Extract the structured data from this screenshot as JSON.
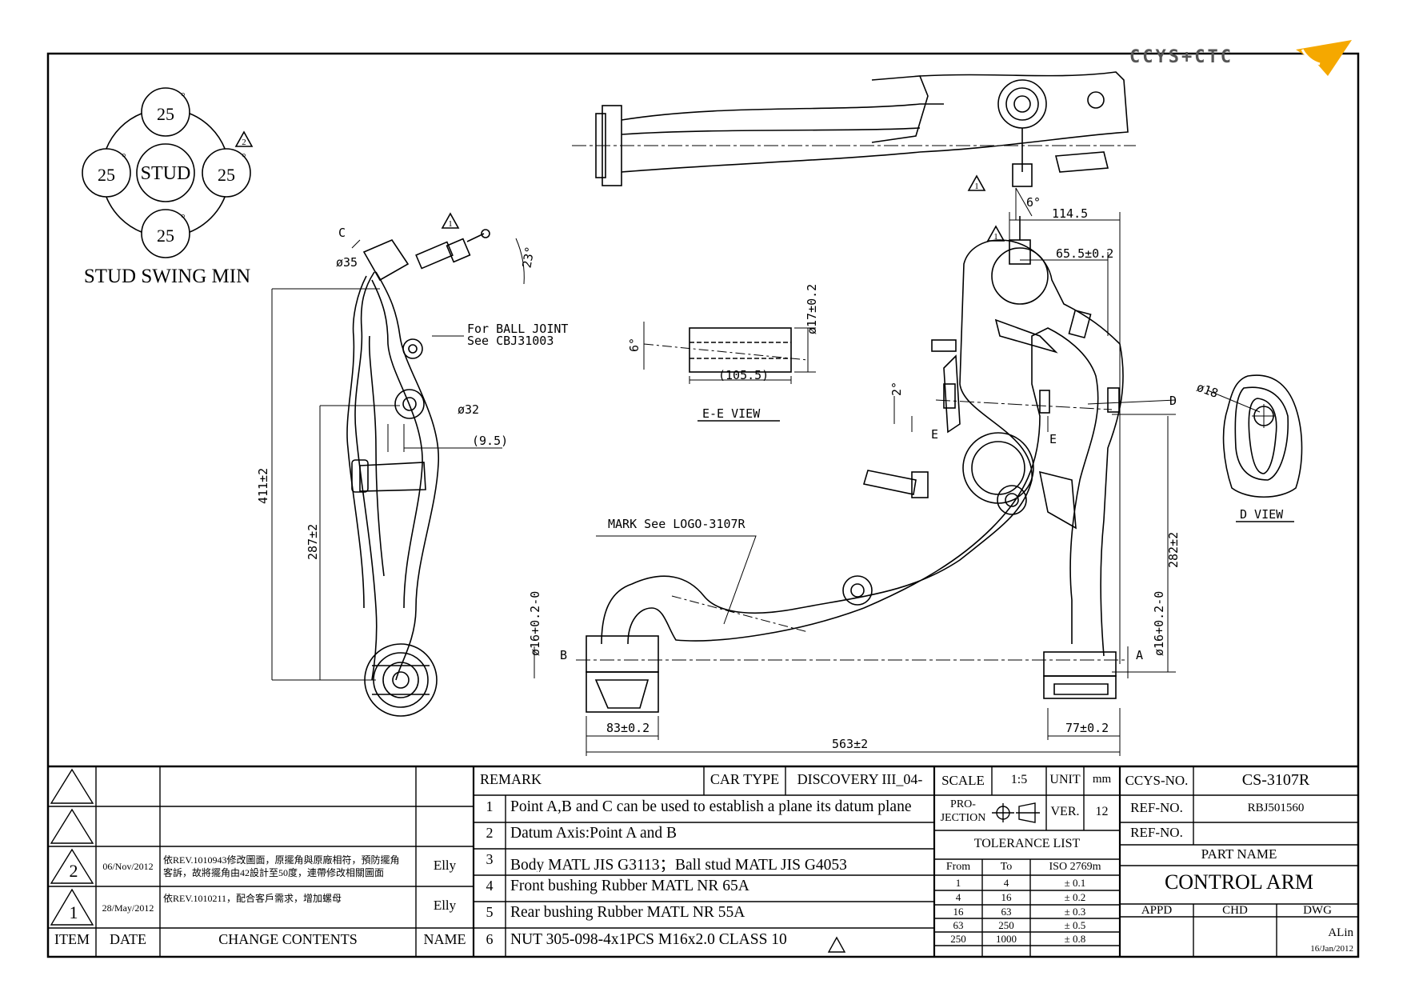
{
  "logo": {
    "text": "CCYS+CTC"
  },
  "stud_swing": {
    "center_label": "STUD",
    "angles": [
      "25",
      "25",
      "25",
      "25"
    ],
    "caption": "STUD SWING MIN",
    "degree_mark": "°",
    "revision_mark": "2"
  },
  "side_view": {
    "label_c": "C",
    "dia_35": "ø35",
    "rev_mark": "1",
    "angle_23": "23°",
    "ball_joint_note_1": "For BALL JOINT",
    "ball_joint_note_2": "See CBJ31003",
    "dia_32": "ø32",
    "dim_9_5": "(9.5)",
    "dim_411": "411±2",
    "dim_287": "287±2"
  },
  "ee_view": {
    "title": "E-E VIEW",
    "angle_6": "6°",
    "dia_17": "ø17±0.2",
    "length": "(105.5)"
  },
  "top_view": {
    "rev_mark": "1",
    "angle_6": "6°"
  },
  "front_view": {
    "rev_mark": "1",
    "dim_114_5": "114.5",
    "dim_65_5": "65.5±0.2",
    "angle_2": "2°",
    "label_d": "D",
    "label_e_left": "E",
    "label_e_right": "E",
    "mark_note": "MARK See LOGO-3107R",
    "label_b": "B",
    "label_a": "A",
    "dia_16_left": "ø16+0.2-0",
    "dia_16_right": "ø16+0.2-0",
    "dim_282": "282±2",
    "dim_83": "83±0.2",
    "dim_77": "77±0.2",
    "dim_563": "563±2"
  },
  "d_view": {
    "title": "D VIEW",
    "dia_18": "ø18"
  },
  "revisions": {
    "headers": {
      "item": "ITEM",
      "date": "DATE",
      "change": "CHANGE CONTENTS",
      "name": "NAME"
    },
    "rows": [
      {
        "item": "",
        "date": "",
        "change": "",
        "name": ""
      },
      {
        "item": "",
        "date": "",
        "change": "",
        "name": ""
      },
      {
        "item": "2",
        "date": "06/Nov/2012",
        "change_line1": "依REV.1010943修改圖面，原擺角與原廠相符，預防擺角",
        "change_line2": "客訴，故將擺角由42設計至50度，連帶修改相關圖面",
        "name": "Elly"
      },
      {
        "item": "1",
        "date": "28/May/2012",
        "change_line1": "依REV.1010211，配合客戶需求，增加螺母",
        "change_line2": "",
        "name": "Elly"
      }
    ]
  },
  "remarks": {
    "header": "REMARK",
    "car_type_label": "CAR TYPE",
    "car_type_value": "DISCOVERY III_04-",
    "items": [
      {
        "no": "1",
        "text": "Point A,B and C can be used to establish a plane its datum plane"
      },
      {
        "no": "2",
        "text": "Datum Axis:Point A and B"
      },
      {
        "no": "3",
        "text": "Body MATL JIS G3113；Ball stud MATL JIS G4053"
      },
      {
        "no": "4",
        "text": "Front bushing Rubber MATL NR 65A"
      },
      {
        "no": "5",
        "text": "Rear bushing Rubber MATL NR 55A"
      },
      {
        "no": "6",
        "text": "NUT 305-098-4x1PCS M16x2.0 CLASS 10"
      }
    ]
  },
  "info": {
    "scale_label": "SCALE",
    "scale_value": "1:5",
    "unit_label": "UNIT",
    "unit_value": "mm",
    "projection_label_1": "PRO-",
    "projection_label_2": "JECTION",
    "ver_label": "VER.",
    "ver_value": "12",
    "tolerance_title": "TOLERANCE LIST",
    "tolerance_headers": [
      "From",
      "To",
      "ISO 2769m"
    ],
    "tolerance_rows": [
      [
        "1",
        "4",
        "± 0.1"
      ],
      [
        "4",
        "16",
        "± 0.2"
      ],
      [
        "16",
        "63",
        "± 0.3"
      ],
      [
        "63",
        "250",
        "± 0.5"
      ],
      [
        "250",
        "1000",
        "± 0.8"
      ]
    ],
    "ccys_no_label": "CCYS-NO.",
    "ccys_no_value": "CS-3107R",
    "ref_no_label_1": "REF-NO.",
    "ref_no_value_1": "RBJ501560",
    "ref_no_label_2": "REF-NO.",
    "ref_no_value_2": "",
    "part_name_label": "PART NAME",
    "part_name_value": "CONTROL ARM",
    "appd_label": "APPD",
    "chd_label": "CHD",
    "dwg_label": "DWG",
    "drawn_by": "ALin",
    "drawn_date": "16/Jan/2012"
  }
}
